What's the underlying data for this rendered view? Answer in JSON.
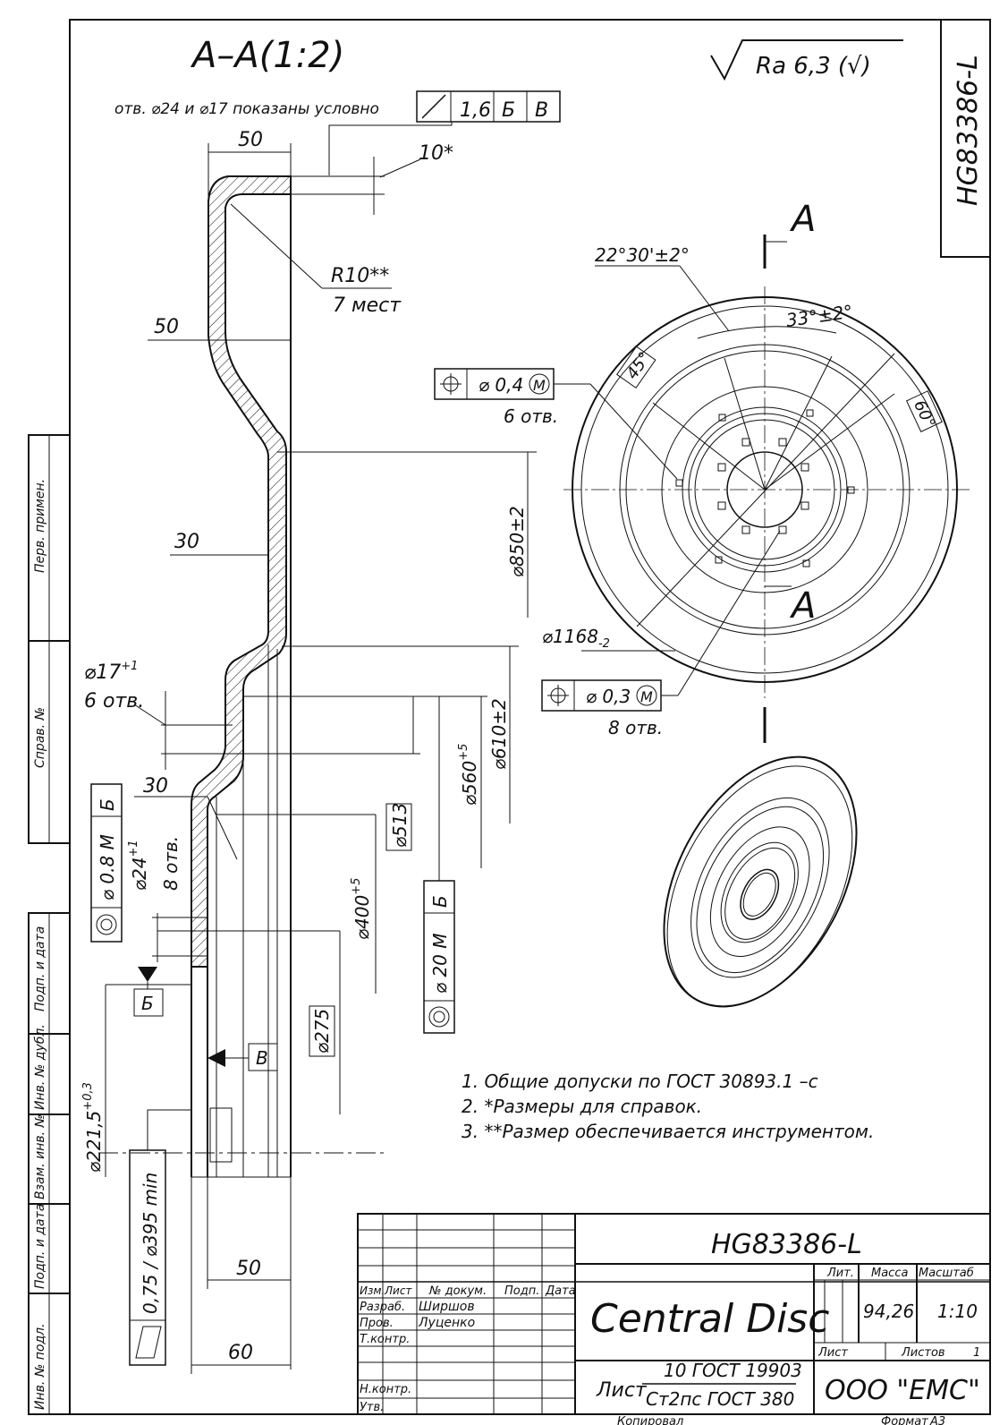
{
  "drawing_number": "HG83386-L",
  "section_title": "A–A(1:2)",
  "section_view_label": "A",
  "roughness": "Ra 6,3 (√)",
  "note_holes": "отв. ⌀24 и ⌀17 показаны условно",
  "runout_frame": {
    "value": "1,6",
    "datum1": "Б",
    "datum2": "В"
  },
  "dimensions": {
    "dim_50_top": "50",
    "dim_10": "10*",
    "radius": "R10**",
    "radius_count": "7 мест",
    "dim_50_left": "50",
    "dim_30_upper": "30",
    "dia_850": "⌀850±2",
    "dia_17": "⌀17",
    "dia_17_tol": "+1",
    "dia_17_count": "6 отв.",
    "dia_610": "⌀610±2",
    "dia_560": "⌀560",
    "dia_560_tol": "+5",
    "dim_30_lower": "30",
    "dia_513": "⌀513",
    "dia_24": "⌀24",
    "dia_24_tol": "+1",
    "dia_24_count": "8 отв.",
    "dia_400": "⌀400",
    "dia_400_tol": "+5",
    "dia_275": "⌀275",
    "dia_221": "⌀221,5",
    "dia_221_tol": "+0,3",
    "flatness": "0,75 / ⌀395 min",
    "dim_50_bottom": "50",
    "dim_60": "60",
    "angle_22": "22°30'±2°",
    "angle_33": "33°±2°",
    "angle_45": "45°",
    "angle_60": "60°",
    "dia_1168": "⌀1168",
    "dia_1168_tol": "-2"
  },
  "datums": {
    "b": "Б",
    "v": "В"
  },
  "position_frames": {
    "pos_04": {
      "value": "⌀ 0,4",
      "mod": "M",
      "count": "6 отв."
    },
    "pos_03": {
      "value": "⌀ 0,3",
      "mod": "M",
      "count": "8 отв."
    },
    "pos_08": {
      "value": "⌀ 0.8",
      "mod": "M",
      "datum": "Б"
    },
    "pos_20": {
      "value": "⌀ 20",
      "mod": "M",
      "datum": "Б"
    }
  },
  "notes": [
    "1. Общие допуски по ГОСТ 30893.1 –c",
    "2. *Размеры для справок.",
    "3. **Размер обеспечивается инструментом."
  ],
  "side_stamps": [
    "Перв. примен.",
    "Справ. №",
    "Подп. и дата",
    "Инв. № дубл.",
    "Взам. инв. №",
    "Подп. и дата",
    "Инв. № подл."
  ],
  "title_block": {
    "code": "HG83386-L",
    "part_name": "Central Disc",
    "hdr_izm": "Изм.",
    "hdr_list": "Лист",
    "hdr_docnum": "№ докум.",
    "hdr_sign": "Подп.",
    "hdr_date": "Дата",
    "row_developed": "Разраб.",
    "developer": "Ширшов",
    "row_checked": "Пров.",
    "checker": "Луценко",
    "row_tcontrol": "Т.контр.",
    "row_ncontrol": "Н.контр.",
    "row_approved": "Утв.",
    "lit_label": "Лит.",
    "mass_label": "Масса",
    "mass": "94,26",
    "scale_label": "Масштаб",
    "scale": "1:10",
    "sheet_label": "Лист",
    "sheets_label": "Листов",
    "sheets": "1",
    "material_prefix": "Лист",
    "material_top": "10 ГОСТ 19903",
    "material_bottom": "Ст2пс ГОСТ 380",
    "company": "ООО \"ЕМС\"",
    "copied": "Копировал",
    "format_label": "Формат",
    "format": "А3"
  }
}
